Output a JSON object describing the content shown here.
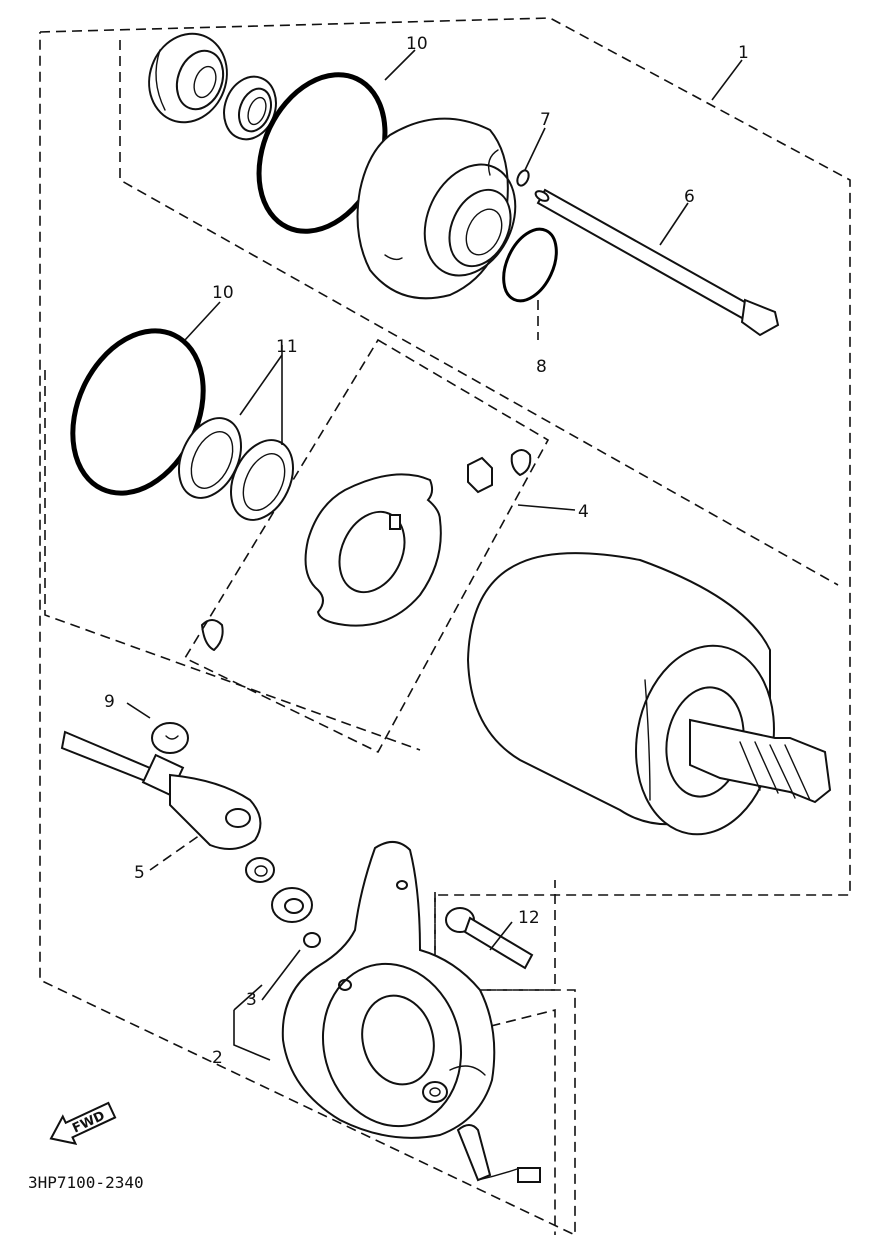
{
  "diagram": {
    "callouts": {
      "c1": "1",
      "c2": "2",
      "c3": "3",
      "c4": "4",
      "c5": "5",
      "c6": "6",
      "c7": "7",
      "c8": "8",
      "c9": "9",
      "c10_top": "10",
      "c10_mid": "10",
      "c11": "11",
      "c12": "12"
    },
    "fwd_label": "FWD",
    "drawing_code": "3HP7100-2340"
  }
}
